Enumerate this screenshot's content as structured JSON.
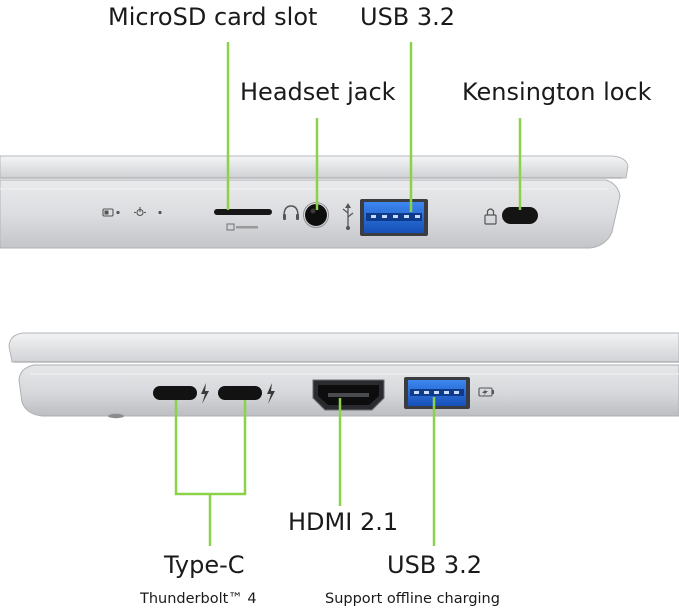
{
  "colors": {
    "callout_line": "#8cd14a",
    "chassis_light": "#e3e4e6",
    "chassis_dark": "#b8babe",
    "port_black": "#161616",
    "usb_blue": "#1d64d6"
  },
  "top_view": {
    "labels": {
      "microsd": "MicroSD card slot",
      "usb_top": "USB 3.2",
      "headset": "Headset jack",
      "kensington": "Kensington lock"
    },
    "icons": [
      "battery-indicator-icon",
      "power-indicator-icon",
      "microsd-card-icon",
      "headset-icon",
      "usb-symbol-icon",
      "lock-icon"
    ]
  },
  "bottom_view": {
    "labels": {
      "hdmi": "HDMI 2.1",
      "typec": "Type-C",
      "typec_sub": "Thunderbolt™ 4",
      "usb_bottom": "USB 3.2",
      "usb_bottom_sub": "Support offline charging"
    },
    "icons": [
      "thunderbolt-icon",
      "thunderbolt-icon",
      "battery-charge-icon"
    ]
  }
}
